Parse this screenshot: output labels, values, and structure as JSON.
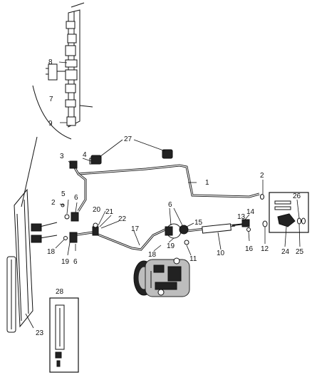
{
  "callouts": [
    {
      "id": "1",
      "text": "1"
    },
    {
      "id": "2a",
      "text": "2"
    },
    {
      "id": "2b",
      "text": "2"
    },
    {
      "id": "3",
      "text": "3"
    },
    {
      "id": "4",
      "text": "4"
    },
    {
      "id": "5",
      "text": "5"
    },
    {
      "id": "6a",
      "text": "6"
    },
    {
      "id": "6b",
      "text": "6"
    },
    {
      "id": "6c",
      "text": "6"
    },
    {
      "id": "7",
      "text": "7"
    },
    {
      "id": "8",
      "text": "8"
    },
    {
      "id": "9",
      "text": "9"
    },
    {
      "id": "10",
      "text": "10"
    },
    {
      "id": "11",
      "text": "11"
    },
    {
      "id": "12",
      "text": "12"
    },
    {
      "id": "13",
      "text": "13"
    },
    {
      "id": "14",
      "text": "14"
    },
    {
      "id": "15",
      "text": "15"
    },
    {
      "id": "16",
      "text": "16"
    },
    {
      "id": "17",
      "text": "17"
    },
    {
      "id": "18a",
      "text": "18"
    },
    {
      "id": "18b",
      "text": "18"
    },
    {
      "id": "19a",
      "text": "19"
    },
    {
      "id": "19b",
      "text": "19"
    },
    {
      "id": "20",
      "text": "20"
    },
    {
      "id": "21",
      "text": "21"
    },
    {
      "id": "22",
      "text": "22"
    },
    {
      "id": "23",
      "text": "23"
    },
    {
      "id": "24",
      "text": "24"
    },
    {
      "id": "25",
      "text": "25"
    },
    {
      "id": "26",
      "text": "26"
    },
    {
      "id": "27",
      "text": "27"
    },
    {
      "id": "28",
      "text": "28"
    }
  ]
}
